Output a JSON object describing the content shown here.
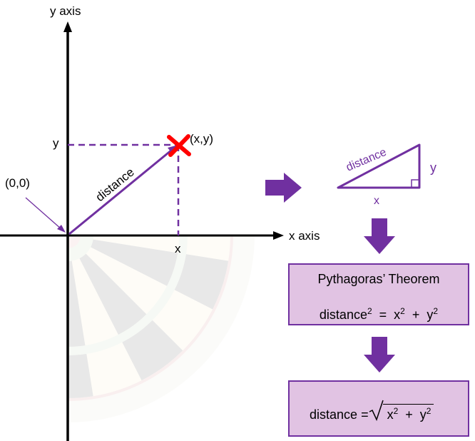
{
  "colors": {
    "accent": "#7030a0",
    "box_fill": "#e1c3e3",
    "marker": "#ff0000",
    "axis": "#000000"
  },
  "axes": {
    "y_label": "y axis",
    "x_label": "x axis"
  },
  "points": {
    "origin_label": "(0,0)",
    "point_label": "(x,y)",
    "x_tick_label": "x",
    "y_tick_label": "y",
    "vector_label": "distance"
  },
  "triangle": {
    "hypotenuse_label": "distance",
    "base_label": "x",
    "height_label": "y"
  },
  "theorem_box": {
    "title": "Pythagoras’ Theorem",
    "lhs": "distance",
    "lhs_power": "2",
    "equals": "=",
    "term1": "x",
    "term1_power": "2",
    "plus": "+",
    "term2": "y",
    "term2_power": "2"
  },
  "result_box": {
    "lhs": "distance",
    "equals": "=",
    "term1": "x",
    "term1_power": "2",
    "plus": "+",
    "term2": "y",
    "term2_power": "2"
  }
}
